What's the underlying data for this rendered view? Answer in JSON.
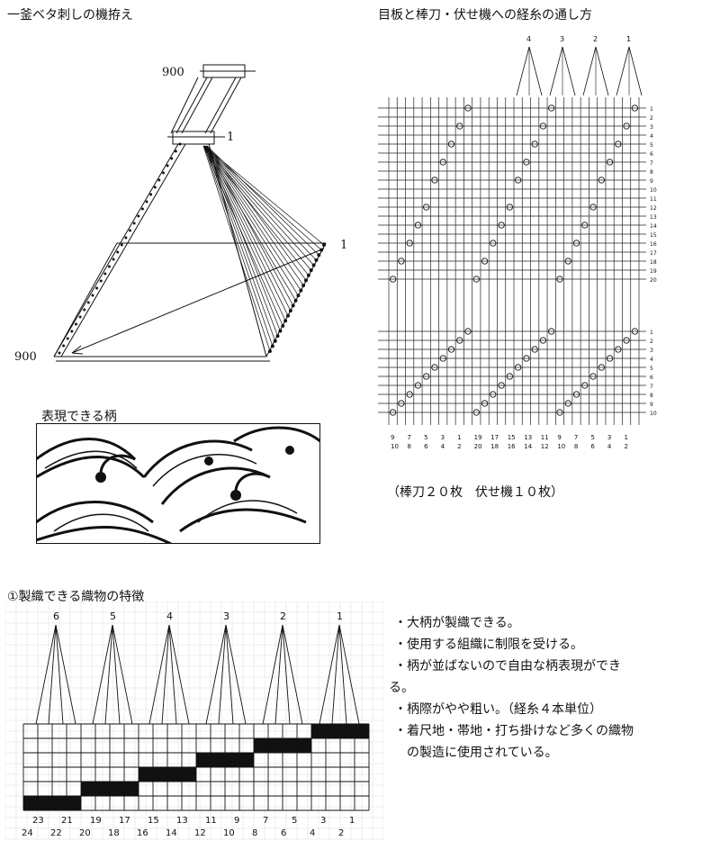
{
  "titles": {
    "loom_setup": "一釜ベタ刺しの機拵え",
    "threading": "目板と棒刀・伏せ機への経糸の通し方",
    "pattern": "表現できる柄",
    "harness_count": "（棒刀２０枚　伏せ機１０枚）",
    "section": "①製織できる織物の特徴"
  },
  "loom_labels": {
    "top": "900",
    "top_right": "1",
    "mid_right": "1",
    "bottom_left": "900"
  },
  "threading_top_numbers": [
    "4",
    "3",
    "2",
    "1"
  ],
  "threading_rows_upper": [
    "1",
    "2",
    "3",
    "4",
    "5",
    "6",
    "7",
    "8",
    "9",
    "10",
    "11",
    "12",
    "13",
    "14",
    "15",
    "16",
    "17",
    "18",
    "19",
    "20"
  ],
  "threading_rows_lower": [
    "1",
    "2",
    "3",
    "4",
    "5",
    "6",
    "7",
    "8",
    "9",
    "10"
  ],
  "threading_bottom_row1": [
    "9",
    "7",
    "5",
    "3",
    "1",
    "19",
    "17",
    "15",
    "13",
    "11",
    "9",
    "7",
    "5",
    "3",
    "1"
  ],
  "threading_bottom_row2": [
    "10",
    "8",
    "6",
    "4",
    "2",
    "20",
    "18",
    "16",
    "14",
    "12",
    "10",
    "8",
    "6",
    "4",
    "2"
  ],
  "tieup_top_numbers": [
    "6",
    "5",
    "4",
    "3",
    "2",
    "1"
  ],
  "tieup_bottom_odd": [
    "23",
    "21",
    "19",
    "17",
    "15",
    "13",
    "11",
    "9",
    "7",
    "5",
    "3",
    "1"
  ],
  "tieup_bottom_even": [
    "24",
    "22",
    "20",
    "18",
    "16",
    "14",
    "12",
    "10",
    "8",
    "6",
    "4",
    "2"
  ],
  "features": [
    "・大柄が製織できる。",
    "・使用する組織に制限を受ける。",
    "・柄が並ばないので自由な柄表現ができ",
    "る。",
    "・柄際がやや粗い。（経糸４本単位）",
    "・着尺地・帯地・打ち掛けなど多くの織物",
    "　の製造に使用されている。"
  ]
}
